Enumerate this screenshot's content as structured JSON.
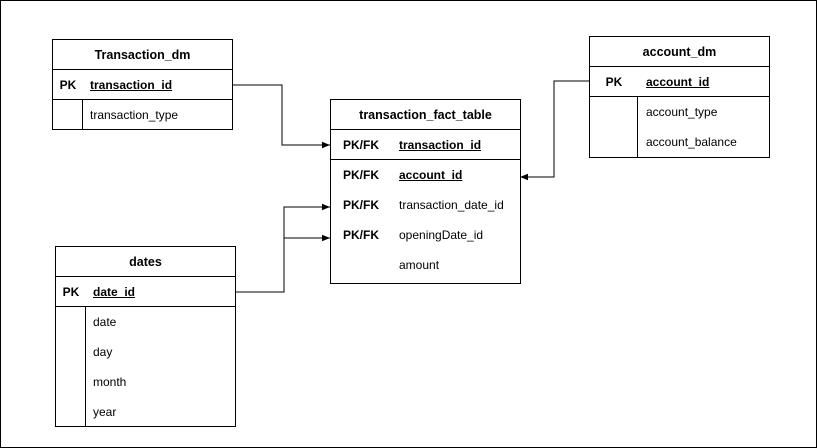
{
  "entities": {
    "transaction_dm": {
      "title": "Transaction_dm",
      "rows": [
        {
          "key": "PK",
          "field": "transaction_id"
        },
        {
          "key": "",
          "field": "transaction_type"
        }
      ]
    },
    "account_dm": {
      "title": "account_dm",
      "rows": [
        {
          "key": "PK",
          "field": "account_id"
        },
        {
          "key": "",
          "field": "account_type"
        },
        {
          "key": "",
          "field": "account_balance"
        }
      ]
    },
    "fact": {
      "title": "transaction_fact_table",
      "rows": [
        {
          "key": "PK/FK",
          "field": "transaction_id"
        },
        {
          "key": "PK/FK",
          "field": "account_id"
        },
        {
          "key": "PK/FK",
          "field": "transaction_date_id"
        },
        {
          "key": "PK/FK",
          "field": "openingDate_id"
        },
        {
          "key": "",
          "field": "amount"
        }
      ]
    },
    "dates": {
      "title": "dates",
      "rows": [
        {
          "key": "PK",
          "field": "date_id"
        },
        {
          "key": "",
          "field": "date"
        },
        {
          "key": "",
          "field": "day"
        },
        {
          "key": "",
          "field": "month"
        },
        {
          "key": "",
          "field": "year"
        }
      ]
    }
  },
  "colors": {
    "stroke": "#000000",
    "background": "#ffffff"
  }
}
